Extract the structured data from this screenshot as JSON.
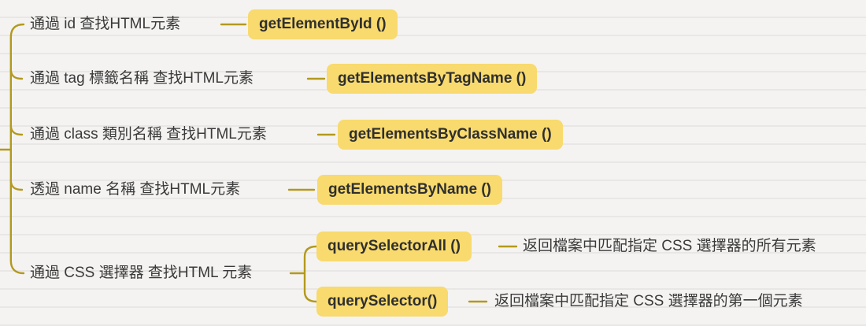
{
  "colors": {
    "background": "#f4f3f1",
    "connector_line": "#b3991d",
    "node_background": "#f8da6e",
    "topic_text": "#3a3a3a",
    "node_text": "#2f2f2f"
  },
  "mindmap": {
    "branches": [
      {
        "label": "通過 id 查找HTML元素",
        "method": "getElementById ()"
      },
      {
        "label": "通過 tag 標籤名稱 查找HTML元素",
        "method": "getElementsByTagName ()"
      },
      {
        "label": "通過 class 類別名稱 查找HTML元素",
        "method": "getElementsByClassName ()"
      },
      {
        "label": "透過 name 名稱 查找HTML元素",
        "method": "getElementsByName ()"
      },
      {
        "label": "通過 CSS 選擇器 查找HTML 元素",
        "children": [
          {
            "method": "querySelectorAll ()",
            "description": "返回檔案中匹配指定 CSS 選擇器的所有元素"
          },
          {
            "method": "querySelector()",
            "description": "返回檔案中匹配指定 CSS 選擇器的第一個元素"
          }
        ]
      }
    ]
  }
}
